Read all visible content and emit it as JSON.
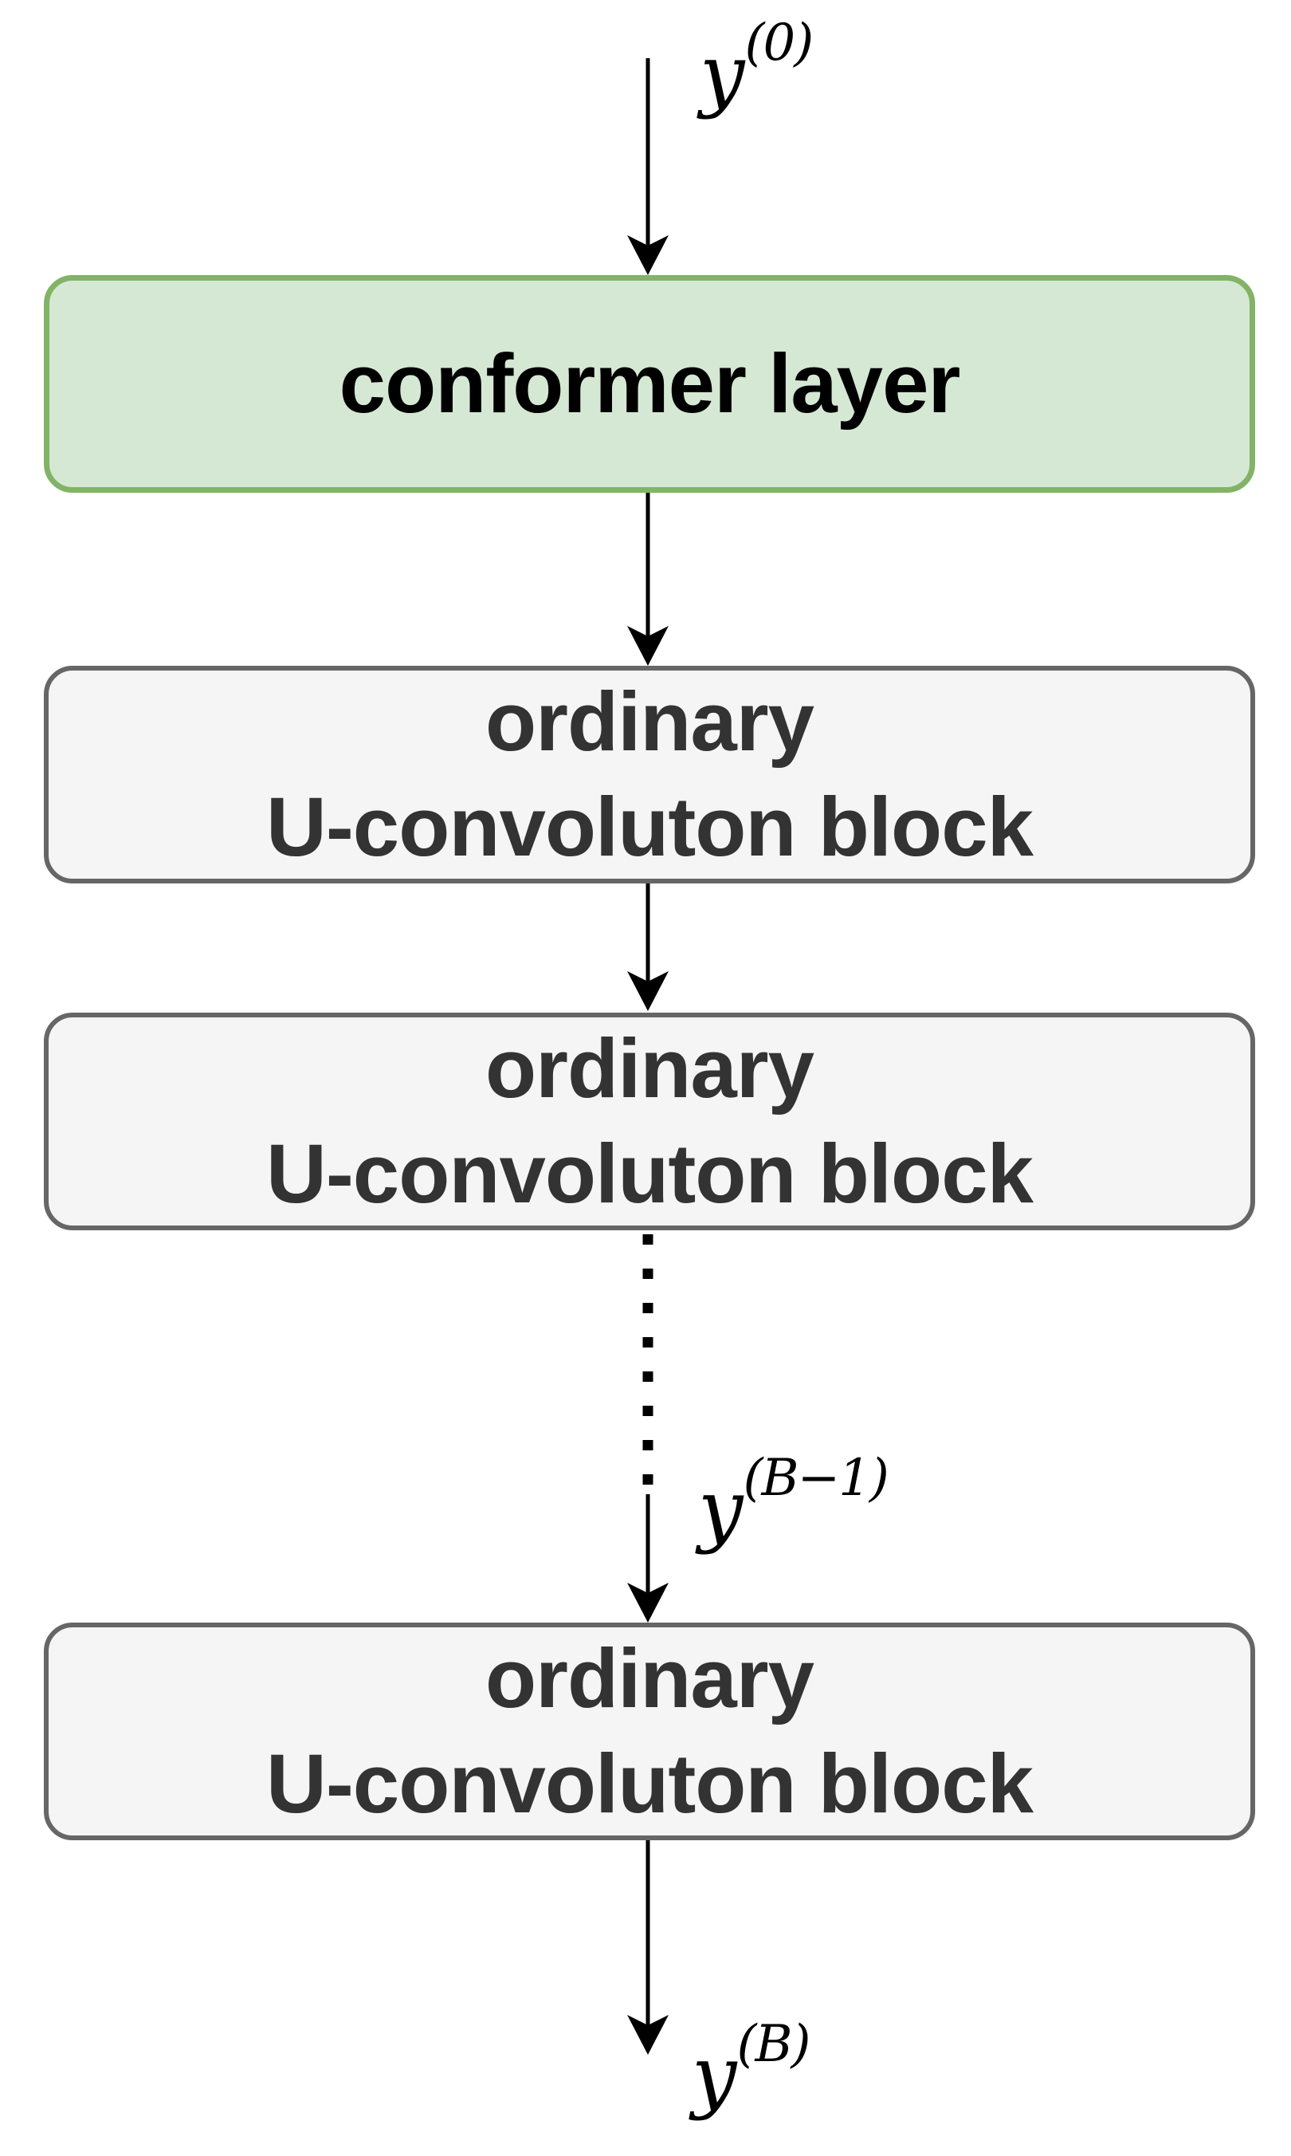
{
  "diagram": {
    "background": "#ffffff",
    "edge_color": "#000000",
    "nodes": [
      {
        "id": "conformer",
        "label": "conformer layer",
        "fill": "#d5e8d4",
        "stroke": "#82b366",
        "text_color": "#000000"
      },
      {
        "id": "ucb1",
        "line1": "ordinary",
        "line2": "U-convoluton block",
        "fill": "#f5f5f5",
        "stroke": "#666666",
        "text_color": "#333333"
      },
      {
        "id": "ucb2",
        "line1": "ordinary",
        "line2": "U-convoluton block",
        "fill": "#f5f5f5",
        "stroke": "#666666",
        "text_color": "#333333"
      },
      {
        "id": "ucb3",
        "line1": "ordinary",
        "line2": "U-convoluton block",
        "fill": "#f5f5f5",
        "stroke": "#666666",
        "text_color": "#333333"
      }
    ],
    "edge_labels": [
      {
        "id": "y-input",
        "base": "y",
        "sup": "(0)"
      },
      {
        "id": "y-b-minus-1",
        "base": "y",
        "sup": "(B−1)"
      },
      {
        "id": "y-output",
        "base": "y",
        "sup": "(B)"
      }
    ]
  }
}
